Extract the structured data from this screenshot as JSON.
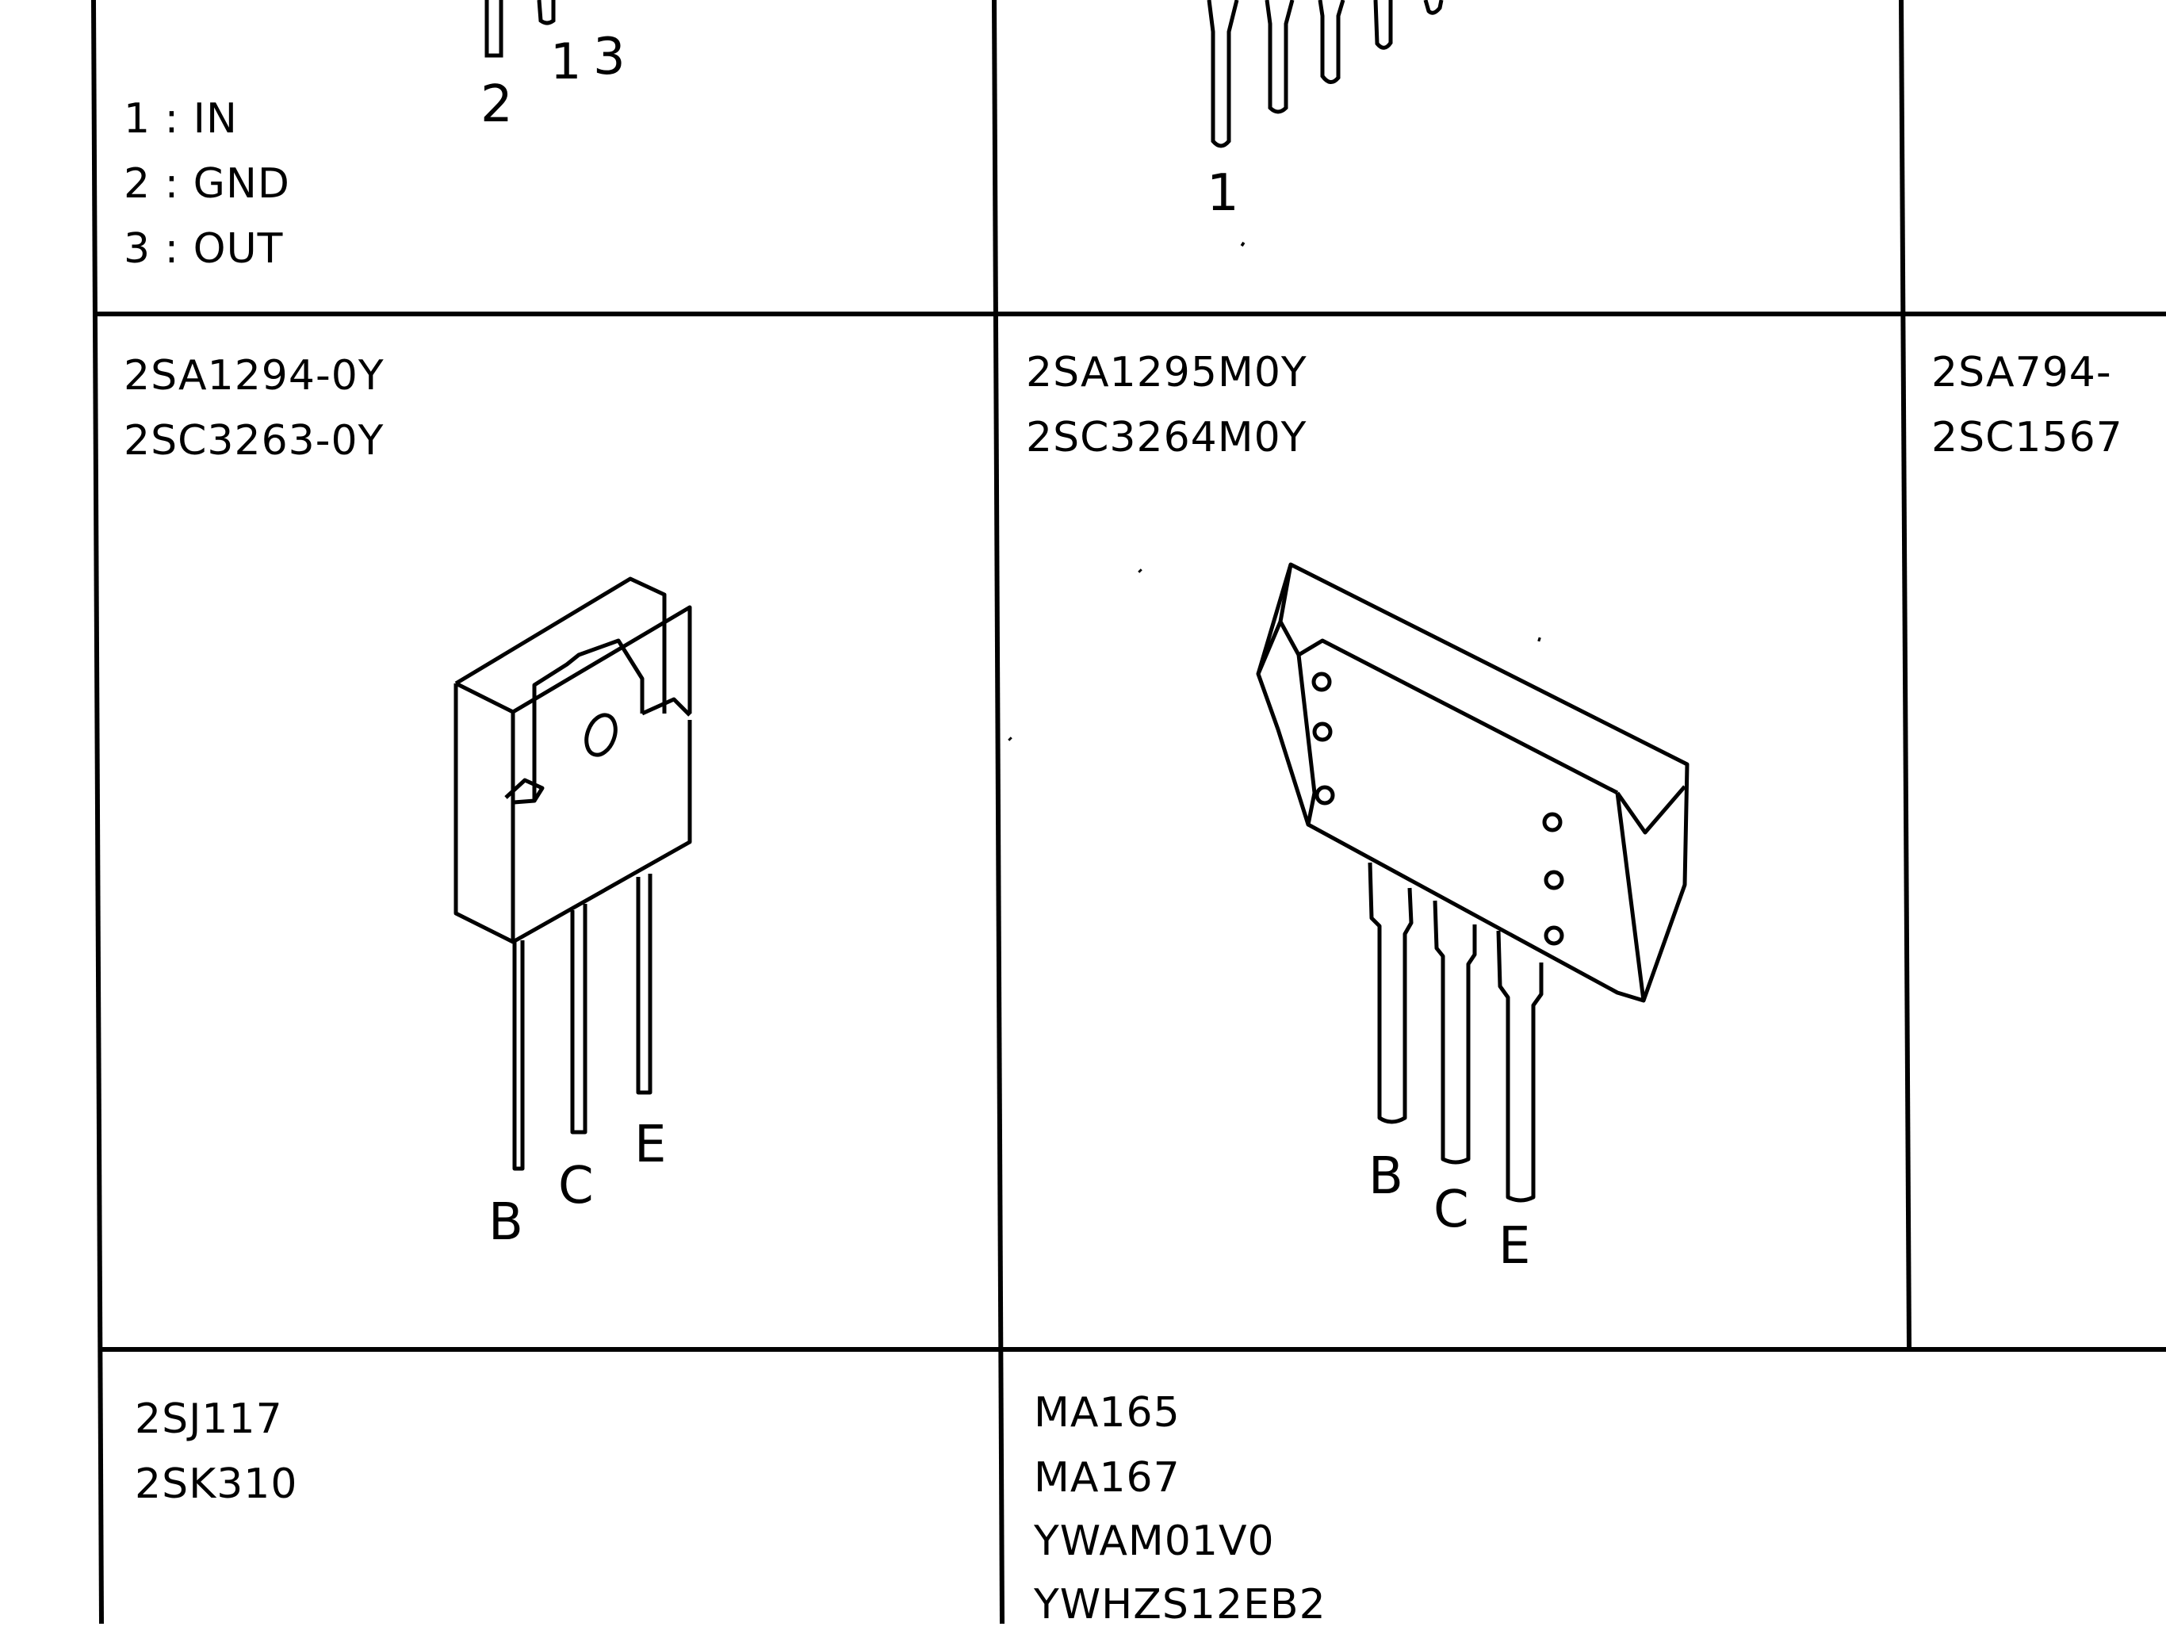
{
  "top_left_cell": {
    "pin_legend": [
      "1 : IN",
      "2 : GND",
      "3 : OUT"
    ],
    "pin_numbers": [
      "2",
      "1",
      "3"
    ]
  },
  "top_middle_cell": {
    "pin_number": "1"
  },
  "cells": [
    {
      "part_numbers": [
        "2SA1294-0Y",
        "2SC3263-0Y"
      ],
      "pins": [
        "B",
        "C",
        "E"
      ]
    },
    {
      "part_numbers": [
        "2SA1295M0Y",
        "2SC3264M0Y"
      ],
      "pins": [
        "B",
        "C",
        "E"
      ]
    },
    {
      "part_numbers": [
        "2SA794-",
        "2SC1567"
      ]
    },
    {
      "part_numbers": [
        "2SJ117",
        "2SK310"
      ]
    },
    {
      "part_numbers": [
        "MA165",
        "MA167",
        "YWAM01V0",
        "YWHZS12EB2"
      ]
    }
  ]
}
